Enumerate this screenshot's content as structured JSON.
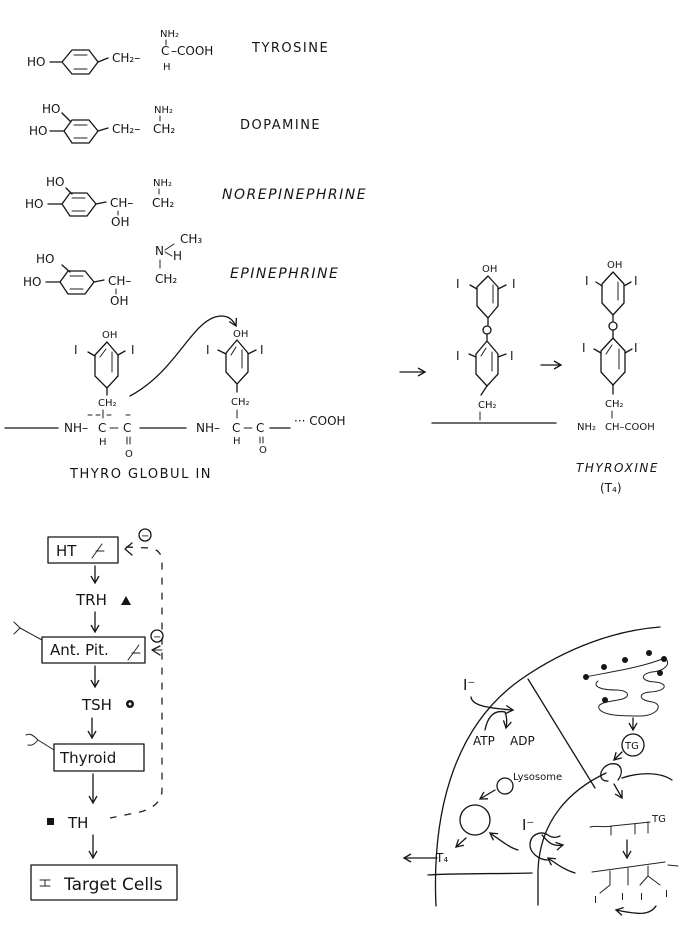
{
  "molecules": [
    {
      "name": "TYROSINE",
      "substituents": {
        "ring_left": "HO",
        "chain": "CH₂–",
        "top": "NH₂",
        "center": "C",
        "right": "–COOH",
        "bottom": "H"
      }
    },
    {
      "name": "DOPAMINE",
      "substituents": {
        "ring_top": "HO",
        "ring_left": "HO",
        "chain": "CH₂–",
        "top": "NH₂",
        "center": "CH₂"
      }
    },
    {
      "name": "NOREPINEPHRINE",
      "substituents": {
        "ring_top": "HO",
        "ring_left": "HO",
        "chain": "CH–",
        "bottom": "OH",
        "top": "NH₂",
        "center": "CH₂"
      }
    },
    {
      "name": "EPINEPHRINE",
      "substituents": {
        "ring_top": "HO",
        "ring_left": "HO",
        "chain": "CH–",
        "bottom": "OH",
        "n": "N",
        "n_h": "H",
        "n_methyl": "CH₃",
        "center": "CH₂"
      }
    }
  ],
  "thyroglobulin": {
    "label": "THYRO GLOBUL IN",
    "residue1": {
      "oh": "OH",
      "i_left": "I",
      "i_right": "I",
      "ch2": "CH₂",
      "nh": "NH–",
      "c": "C",
      "h": "H",
      "co": "C",
      "o": "O"
    },
    "residue2": {
      "oh": "OH",
      "i_left": "I",
      "i_right": "I",
      "ch2": "CH₂",
      "nh": "NH–",
      "c": "C",
      "h": "H",
      "co": "C",
      "o": "O"
    },
    "terminal": "···  COOH"
  },
  "coupled": {
    "oh": "OH",
    "i1": "I",
    "i2": "I",
    "o": "O",
    "i3": "I",
    "i4": "I",
    "ch2": "CH₂"
  },
  "thyroxine": {
    "label": "THYROXINE",
    "abbrev": "(T₄)",
    "oh": "OH",
    "i1": "I",
    "i2": "I",
    "o": "O",
    "i3": "I",
    "i4": "I",
    "ch2": "CH₂",
    "nh2": "NH₂",
    "chain": "CH–COOH"
  },
  "axis_flow": {
    "hypothalamus": "HT",
    "trh": "TRH",
    "pituitary": "Ant. Pit.",
    "tsh": "TSH",
    "thyroid": "Thyroid",
    "th": "TH",
    "target": "Target Cells",
    "feedback_sign": "−"
  },
  "cell": {
    "iodide_outer": "I⁻",
    "atp": "ATP",
    "adp": "ADP",
    "lysosome": "Lysosome",
    "t4": "T₄",
    "iodide_inner": "I⁻",
    "tg_vesicle": "TG",
    "tg_chain": "TG",
    "iodines": [
      "I",
      "I",
      "I",
      "I"
    ]
  }
}
